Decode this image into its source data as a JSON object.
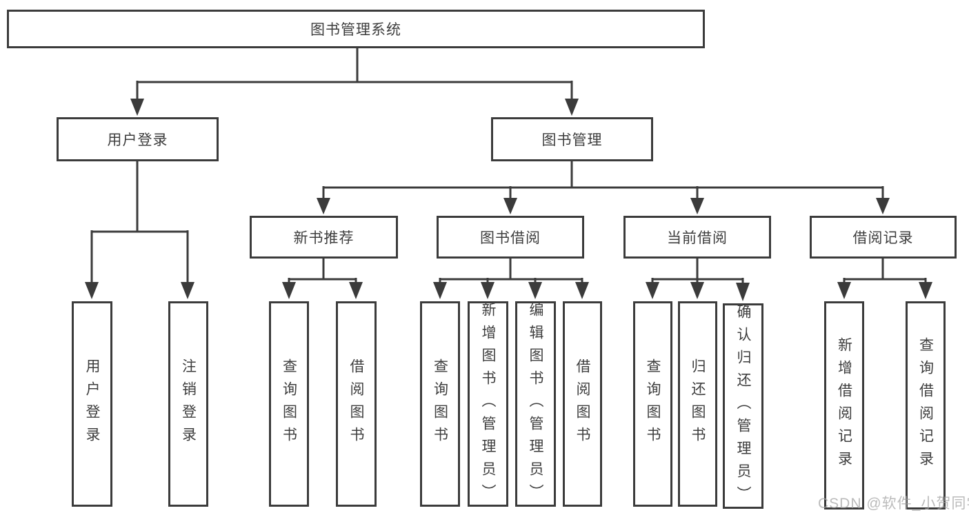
{
  "diagram": {
    "root": "图书管理系统",
    "level2": {
      "user_login": "用户登录",
      "book_mgmt": "图书管理"
    },
    "level3": {
      "new_book": "新书推荐",
      "book_borrow": "图书借阅",
      "current_borrow": "当前借阅",
      "borrow_record": "借阅记录"
    },
    "leaves": {
      "user_login": "用户登录",
      "logout": "注销登录",
      "nb_query": "查询图书",
      "nb_borrow": "借阅图书",
      "bb_query": "查询图书",
      "bb_add": "新增图书（管理员）",
      "bb_edit": "编辑图书（管理员）",
      "bb_borrow": "借阅图书",
      "cb_query": "查询图书",
      "cb_return": "归还图书",
      "cb_confirm": "确认归还（管理员）",
      "br_add": "新增借阅记录",
      "br_query": "查询借阅记录"
    }
  },
  "watermark": "CSDN @软件_小贺同学",
  "colors": {
    "line": "#3b3b3b",
    "text": "#3d3d3d",
    "background": "#ffffff",
    "watermark": "#a4a4a4"
  }
}
